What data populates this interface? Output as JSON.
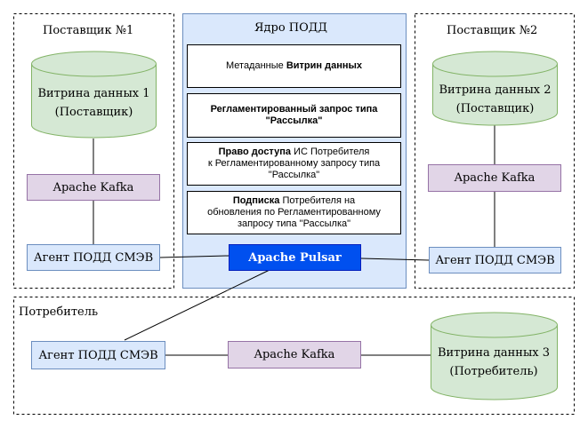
{
  "supplier1": {
    "title": "Поставщик №1",
    "storefront_line1": "Витрина данных 1",
    "storefront_line2": "(Поставщик)",
    "kafka": "Apache Kafka",
    "agent": "Агент ПОДД СМЭВ"
  },
  "core": {
    "title": "Ядро ПОДД",
    "box1_pre": "Метаданные ",
    "box1_bold": "Витрин данных",
    "box2_line1": "Регламентированный запрос типа",
    "box2_line2": "\"Рассылка\"",
    "box3_bold": "Право доступа",
    "box3_rest": " ИС Потребителя",
    "box3_line2": "к Регламентированному запросу типа",
    "box3_line3": "\"Рассылка\"",
    "box4_bold": "Подписка",
    "box4_rest": " Потребителя на",
    "box4_line2": "обновления по Регламентированному",
    "box4_line3": "запросу типа \"Рассылка\"",
    "pulsar": "Apache Pulsar"
  },
  "supplier2": {
    "title": "Поставщик №2",
    "storefront_line1": "Витрина данных 2",
    "storefront_line2": "(Поставщик)",
    "kafka": "Apache Kafka",
    "agent": "Агент ПОДД СМЭВ"
  },
  "consumer": {
    "title": "Потребитель",
    "agent": "Агент ПОДД СМЭВ",
    "kafka": "Apache Kafka",
    "storefront_line1": "Витрина данных 3",
    "storefront_line2": "(Потребитель)"
  },
  "colors": {
    "core_fill": "#dae8fc",
    "core_stroke": "#6c8ebf",
    "kafka_fill": "#e1d5e7",
    "kafka_stroke": "#9673a6",
    "storefront_fill": "#d5e8d4",
    "storefront_stroke": "#82b366",
    "pulsar_fill": "#0050ef",
    "pulsar_stroke": "#001dbc"
  }
}
